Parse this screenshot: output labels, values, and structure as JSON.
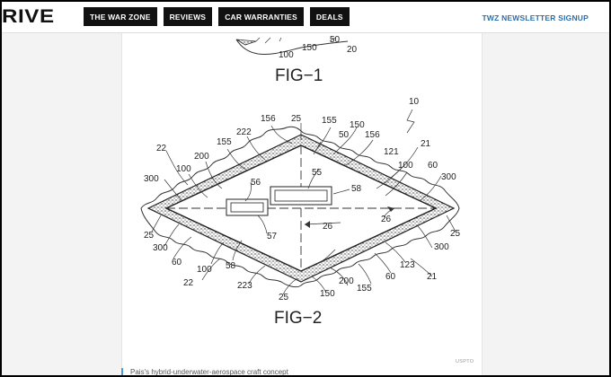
{
  "header": {
    "logo": "RIVE",
    "nav": [
      {
        "label": "THE WAR ZONE"
      },
      {
        "label": "REVIEWS"
      },
      {
        "label": "CAR WARRANTIES"
      },
      {
        "label": "DEALS"
      }
    ],
    "newsletter": "TWZ NEWSLETTER SIGNUP"
  },
  "figure": {
    "fig1_label": "FIG−1",
    "fig1_refs": [
      "100",
      "150",
      "50",
      "20"
    ],
    "fig2_label": "FIG−2",
    "refs": {
      "r10": "10",
      "r156a": "156",
      "r25a": "25",
      "r155a": "155",
      "r150a": "150",
      "r50": "50",
      "r156b": "156",
      "r222": "222",
      "r155b": "155",
      "r121": "121",
      "r21a": "21",
      "r22a": "22",
      "r100a": "100",
      "r200a": "200",
      "r100b": "100",
      "r60a": "60",
      "r300a": "300",
      "r300b": "300",
      "r55": "55",
      "r56": "56",
      "r58a": "58",
      "r25b": "25",
      "r25c": "25",
      "r26a": "26",
      "r26b": "26",
      "r57": "57",
      "r300c": "300",
      "r300d": "300",
      "r60b": "60",
      "r100c": "100",
      "r58b": "58",
      "r200b": "200",
      "r123": "123",
      "r22b": "22",
      "r223": "223",
      "r155c": "155",
      "r60c": "60",
      "r21b": "21",
      "r25d": "25",
      "r150b": "150"
    },
    "credit": "USPTO"
  },
  "caption": "Pais's hybrid-underwater-aerospace craft concept"
}
